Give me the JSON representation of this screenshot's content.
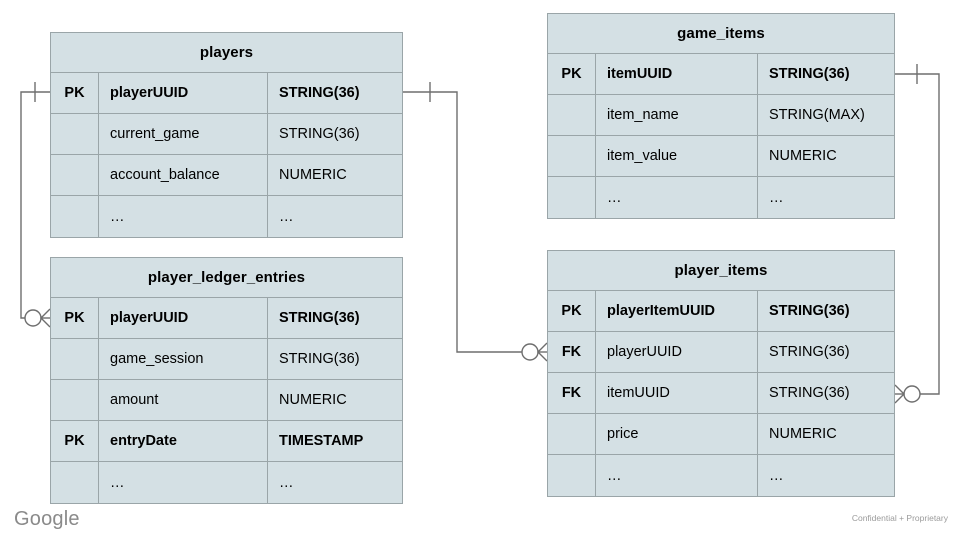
{
  "diagram": {
    "type": "entity-relationship-diagram",
    "notation": "crow's foot",
    "background_color": "#ffffff",
    "entity_fill_color": "#d4e0e4",
    "entity_border_color": "#9aa5a8",
    "connector_color": "#6e6e6e"
  },
  "entities": [
    {
      "id": "players",
      "title": "players",
      "rows": [
        {
          "key": "PK",
          "name": "playerUUID",
          "type": "STRING(36)",
          "emphasis": true
        },
        {
          "key": "",
          "name": "current_game",
          "type": "STRING(36)",
          "emphasis": false
        },
        {
          "key": "",
          "name": "account_balance",
          "type": "NUMERIC",
          "emphasis": false
        },
        {
          "key": "",
          "name": "…",
          "type": "…",
          "emphasis": false
        }
      ]
    },
    {
      "id": "player_ledger_entries",
      "title": "player_ledger_entries",
      "rows": [
        {
          "key": "PK",
          "name": "playerUUID",
          "type": "STRING(36)",
          "emphasis": true
        },
        {
          "key": "",
          "name": "game_session",
          "type": "STRING(36)",
          "emphasis": false
        },
        {
          "key": "",
          "name": "amount",
          "type": "NUMERIC",
          "emphasis": false
        },
        {
          "key": "PK",
          "name": "entryDate",
          "type": "TIMESTAMP",
          "emphasis": true
        },
        {
          "key": "",
          "name": "…",
          "type": "…",
          "emphasis": false
        }
      ]
    },
    {
      "id": "game_items",
      "title": "game_items",
      "rows": [
        {
          "key": "PK",
          "name": "itemUUID",
          "type": "STRING(36)",
          "emphasis": true
        },
        {
          "key": "",
          "name": "item_name",
          "type": "STRING(MAX)",
          "emphasis": false
        },
        {
          "key": "",
          "name": "item_value",
          "type": "NUMERIC",
          "emphasis": false
        },
        {
          "key": "",
          "name": "…",
          "type": "…",
          "emphasis": false
        }
      ]
    },
    {
      "id": "player_items",
      "title": "player_items",
      "rows": [
        {
          "key": "PK",
          "name": "playerItemUUID",
          "type": "STRING(36)",
          "emphasis": true
        },
        {
          "key": "FK",
          "name": "playerUUID",
          "type": "STRING(36)",
          "emphasis": false
        },
        {
          "key": "FK",
          "name": "itemUUID",
          "type": "STRING(36)",
          "emphasis": false
        },
        {
          "key": "",
          "name": "price",
          "type": "NUMERIC",
          "emphasis": false
        },
        {
          "key": "",
          "name": "…",
          "type": "…",
          "emphasis": false
        }
      ]
    }
  ],
  "relationships": [
    {
      "id": "players-to-ledger",
      "from_entity": "players",
      "from_field": "playerUUID",
      "from_cardinality": "one",
      "to_entity": "player_ledger_entries",
      "to_field": "playerUUID",
      "to_cardinality": "zero-or-many"
    },
    {
      "id": "players-to-player-items",
      "from_entity": "players",
      "from_field": "playerUUID",
      "from_cardinality": "one",
      "to_entity": "player_items",
      "to_field": "playerUUID",
      "to_cardinality": "zero-or-many"
    },
    {
      "id": "game-items-to-player-items",
      "from_entity": "game_items",
      "from_field": "itemUUID",
      "from_cardinality": "one",
      "to_entity": "player_items",
      "to_field": "itemUUID",
      "to_cardinality": "zero-or-many"
    }
  ],
  "footer": {
    "logo_text": "Google",
    "note": "Confidential + Proprietary"
  }
}
